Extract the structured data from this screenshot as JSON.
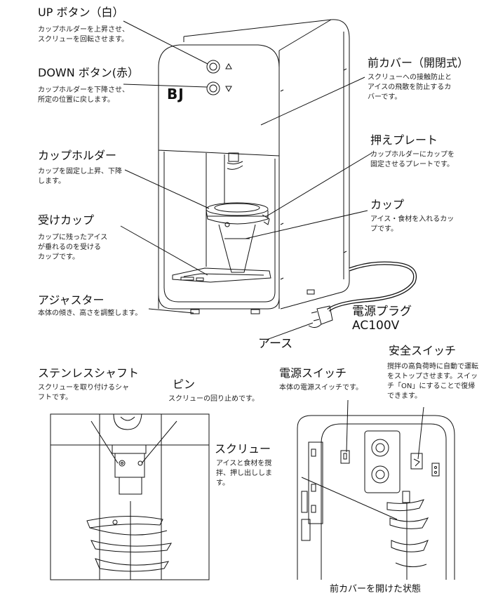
{
  "labels": {
    "up_title": "UP ボタン（白）",
    "up_desc": "カップホルダーを上昇させ、\nスクリューを回転させます。",
    "down_title": "DOWN ボタン(赤）",
    "down_desc": "カップホルダーを下降させ、\n所定の位置に戻します。",
    "holder_title": "カップホルダー",
    "holder_desc": "カップを固定し上昇、下降\nします。",
    "drip_title": "受けカップ",
    "drip_desc": "カップに残ったアイス\nが垂れるのを受ける\nカップです。",
    "adjuster_title": "アジャスター",
    "adjuster_desc": "本体の傾き、高さを調整します。",
    "cover_title": "前カバー（開閉式）",
    "cover_desc": "スクリューへの接触防止と\nアイスの飛散を防止するカ\nバーです。",
    "plate_title": "押えプレート",
    "plate_desc": "カップホルダーにカップを\n固定させるプレートです。",
    "cup_title": "カップ",
    "cup_desc": "アイス・食材を入れるカッ\nプです。",
    "plug_title": "電源プラグ\nAC100V",
    "earth_title": "アース",
    "shaft_title": "ステンレスシャフト",
    "shaft_desc": "スクリューを取り付けるシャ\nフトです。",
    "pin_title": "ピン",
    "pin_desc": "スクリューの回り止めです。",
    "power_switch_title": "電源スイッチ",
    "power_switch_desc": "本体の電源スイッチです。",
    "safety_title": "安全スイッチ",
    "safety_desc": "撹拌の高負荷時に自動で運転\nをストップさせます。スイッ\nチ「ON」にすることで復帰\nできます。",
    "screw_title": "スクリュー",
    "screw_desc": "アイスと食材を撹\n拌、押し出ししま\nす。",
    "cover_open_caption": "前カバーを開けた状態",
    "logo": "BJ"
  }
}
